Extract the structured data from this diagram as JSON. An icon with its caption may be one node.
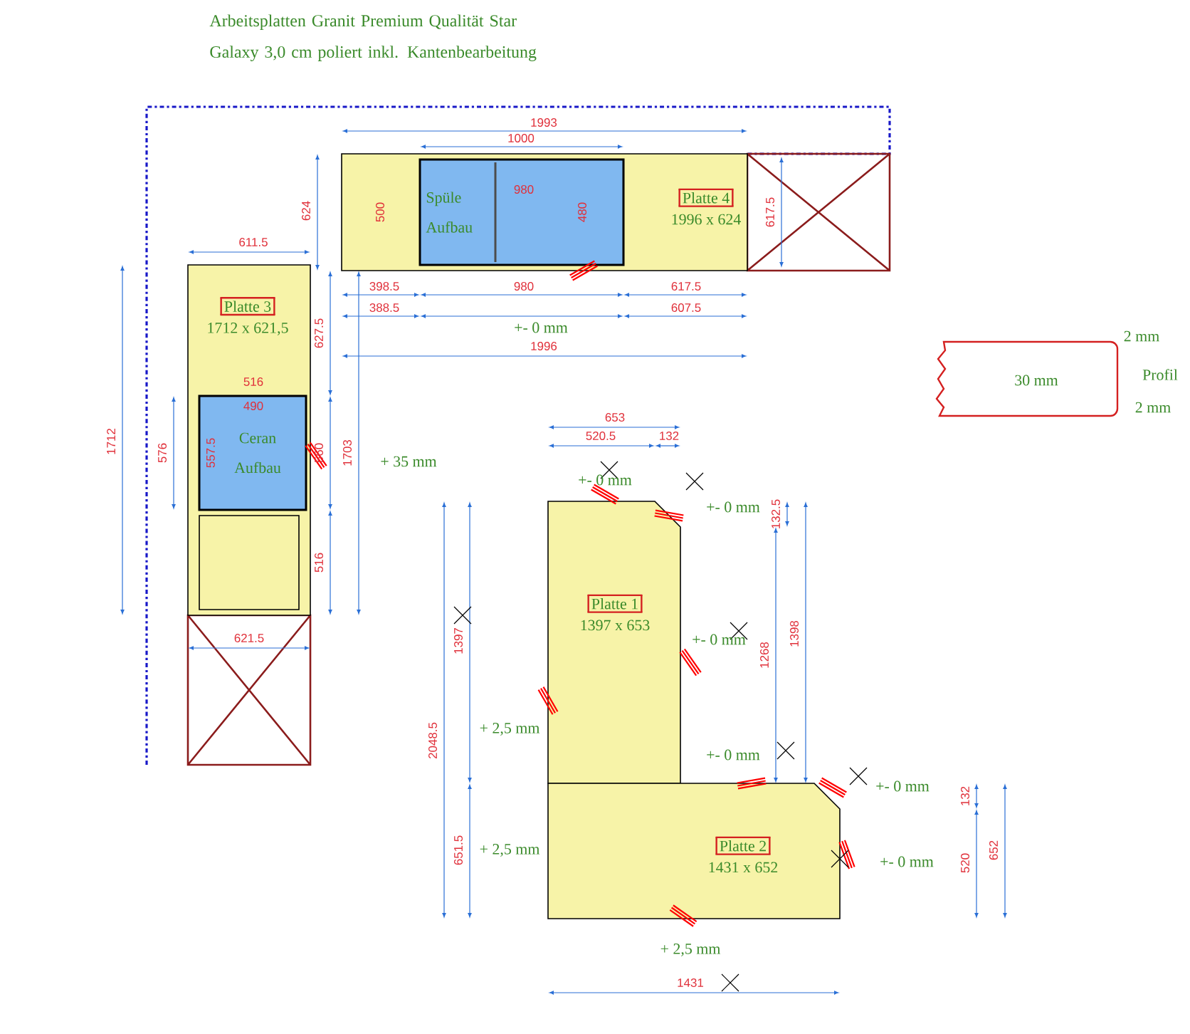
{
  "diagram": {
    "title": "Arbeitsplatten Granit Premium Qualität Star Galaxy 3,0 cm poliert inkl. Kantenbearbeitung",
    "nodes": [
      {
        "text": [
          "Platte 4",
          "1996 x 624"
        ]
      },
      {
        "text": [
          "Spüle Aufbau"
        ],
        "in": 0
      },
      {
        "text": [
          "Platte 3",
          "1712 x 621,5"
        ]
      },
      {
        "text": [
          "Ceran Aufbau"
        ],
        "in": 2
      },
      {
        "text": [
          "Platte 1",
          "1397 x 653"
        ]
      },
      {
        "text": [
          "Platte 2",
          "1431 x 652"
        ]
      },
      {
        "text": [
          "30 mm"
        ]
      }
    ],
    "labels": [
      "1993",
      "1000",
      "624",
      "500",
      "980",
      "480",
      "617.5",
      "611.5",
      "398.5",
      "980",
      "617.5",
      "388.5",
      "+- 0 mm",
      "607.5",
      "1996",
      "627.5",
      "516",
      "490",
      "576",
      "557.5",
      "560",
      "1703",
      "+ 35 mm",
      "1712",
      "516",
      "621.5",
      "2 mm",
      "Profil",
      "2 mm",
      "653",
      "520.5",
      "132",
      "+- 0 mm",
      "+- 0 mm",
      "132.5",
      "1397",
      "+- 0 mm",
      "1268",
      "1398",
      "2048.5",
      "+ 2,5 mm",
      "+- 0 mm",
      "+- 0 mm",
      "132",
      "651.5",
      "+ 2,5 mm",
      "+- 0 mm",
      "520",
      "652",
      "+ 2,5 mm",
      "1431"
    ]
  }
}
